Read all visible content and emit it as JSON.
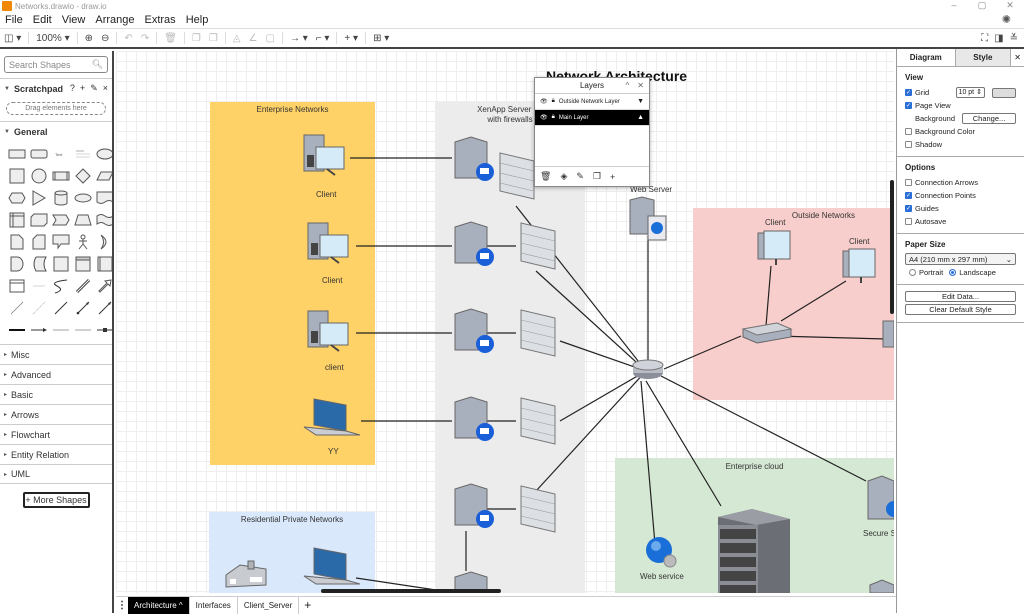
{
  "window": {
    "title": "Networks.drawio - draw.io",
    "minimize": "–",
    "maximize": "▢",
    "close": "✕"
  },
  "menu": [
    "File",
    "Edit",
    "View",
    "Arrange",
    "Extras",
    "Help"
  ],
  "toolbar": {
    "zoom": "100%"
  },
  "sidebar": {
    "search_placeholder": "Search Shapes",
    "scratchpad": {
      "label": "Scratchpad",
      "drag_hint": "Drag elements here"
    },
    "general": "General",
    "sections": [
      "Misc",
      "Advanced",
      "Basic",
      "Arrows",
      "Flowchart",
      "Entity Relation",
      "UML"
    ],
    "more_shapes": "+ More Shapes"
  },
  "diagram": {
    "title": "Network Architecture",
    "regions": {
      "enterprise": "Enterprise Networks",
      "xenapp": "XenApp Server Farm with firewalls",
      "xenapp_line1": "XenApp Server Fa",
      "xenapp_line2": "with firewalls",
      "outside": "Outside Networks",
      "cloud": "Enterprise cloud",
      "residential": "Residential Private Networks"
    },
    "labels": {
      "client1": "Client",
      "client2": "Client",
      "client3": "client",
      "yy": "YY",
      "web_server": "Web Server",
      "outside_client1": "Client",
      "outside_client2": "Client",
      "web_service": "Web service",
      "secure": "Secure S"
    },
    "colors": {
      "enterprise": "#ffd267",
      "xenapp": "#ececec",
      "outside": "#f8cecc",
      "cloud": "#d5e8d4",
      "residential": "#dae8fc"
    }
  },
  "layers": {
    "title": "Layers",
    "items": [
      {
        "name": "Outside Network Layer",
        "selected": false,
        "move": "▼"
      },
      {
        "name": "Main Layer",
        "selected": true,
        "move": "▲"
      }
    ]
  },
  "pages": {
    "tabs": [
      {
        "label": "Architecture ^",
        "active": true
      },
      {
        "label": "Interfaces",
        "active": false
      },
      {
        "label": "Client_Server",
        "active": false
      }
    ],
    "add": "+"
  },
  "panel": {
    "tabs": [
      "Diagram",
      "Style"
    ],
    "close": "✕",
    "view": {
      "heading": "View",
      "grid": {
        "label": "Grid",
        "checked": true,
        "size": "10 pt"
      },
      "page_view": {
        "label": "Page View",
        "checked": true
      },
      "background_label": "Background",
      "change_button": "Change...",
      "background_color": {
        "label": "Background Color",
        "checked": false
      },
      "shadow": {
        "label": "Shadow",
        "checked": false
      }
    },
    "options": {
      "heading": "Options",
      "items": [
        {
          "label": "Connection Arrows",
          "checked": false
        },
        {
          "label": "Connection Points",
          "checked": true
        },
        {
          "label": "Guides",
          "checked": true
        },
        {
          "label": "Autosave",
          "checked": false
        }
      ]
    },
    "paper": {
      "heading": "Paper Size",
      "selected": "A4 (210 mm x 297 mm)",
      "portrait": "Portrait",
      "landscape": "Landscape",
      "orientation": "Landscape"
    },
    "edit_data": "Edit Data...",
    "clear_style": "Clear Default Style"
  }
}
